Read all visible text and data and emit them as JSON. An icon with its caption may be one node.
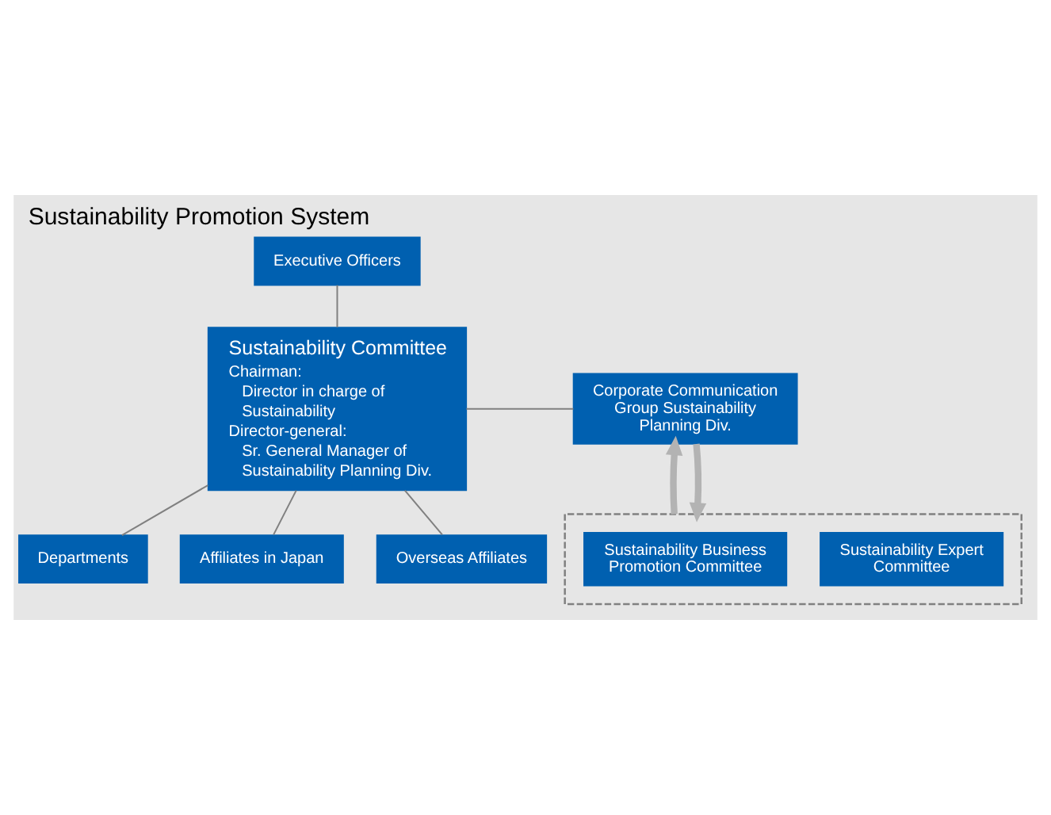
{
  "diagram": {
    "title": "Sustainability Promotion System",
    "nodes": [
      {
        "text": [
          "Executive Officers"
        ]
      },
      {
        "text": [
          "Sustainability Committee",
          "Chairman:",
          "Director in charge of Sustainability",
          "Director-general:",
          "Sr. General Manager of Sustainability Planning Div."
        ]
      },
      {
        "text": [
          "Corporate Communication Group Sustainability Planning Div."
        ]
      },
      {
        "text": [],
        "shape": "box"
      },
      {
        "text": [
          "Sustainability Expert Committee"
        ],
        "in": 3
      },
      {
        "text": [
          "Sustainability Business Promotion Committee"
        ],
        "in": 3
      },
      {
        "text": [
          "Departments"
        ]
      },
      {
        "text": [
          "Affiliates in Japan"
        ]
      },
      {
        "text": [
          "Overseas Affiliates"
        ]
      }
    ],
    "edges": [
      {
        "from": 0,
        "to": 1,
        "arrow": "none"
      },
      {
        "from": 1,
        "to": 2,
        "arrow": "none"
      },
      {
        "from": 3,
        "to": 2,
        "arrow": "to",
        "style": "thick",
        "color": "#b3b3b3"
      },
      {
        "from": 2,
        "to": 3,
        "arrow": "to",
        "style": "thick",
        "color": "#b3b3b3"
      },
      {
        "from": 1,
        "to": 6,
        "arrow": "none"
      },
      {
        "from": 1,
        "to": 7,
        "arrow": "none"
      },
      {
        "from": 1,
        "to": 8,
        "arrow": "none"
      }
    ]
  }
}
